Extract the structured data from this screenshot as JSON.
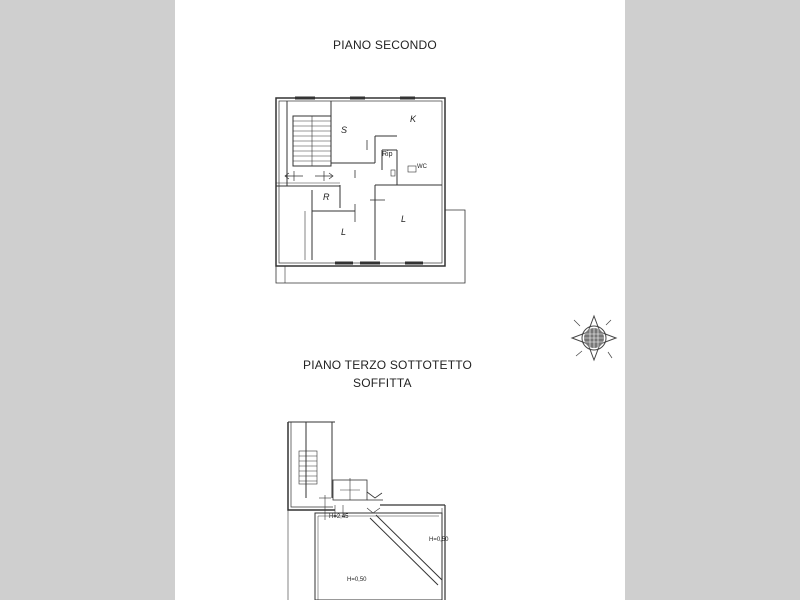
{
  "floor_second": {
    "title": "PIANO SECONDO",
    "rooms": [
      {
        "label": "S"
      },
      {
        "label": "K"
      },
      {
        "label": "Rip"
      },
      {
        "label": "WC"
      },
      {
        "label": "R"
      },
      {
        "label": "L"
      },
      {
        "label": "L"
      }
    ]
  },
  "floor_attic": {
    "title_line1": "PIANO TERZO SOTTOTETTO",
    "title_line2": "SOFFITTA",
    "heights": [
      {
        "label": "H=2,45"
      },
      {
        "label": "H=0,50"
      },
      {
        "label": "H=0,50"
      }
    ]
  },
  "compass": {
    "icon": "compass-rose-icon"
  },
  "colors": {
    "line": "#333333",
    "background": "#cfcfcf",
    "sheet": "#ffffff"
  }
}
